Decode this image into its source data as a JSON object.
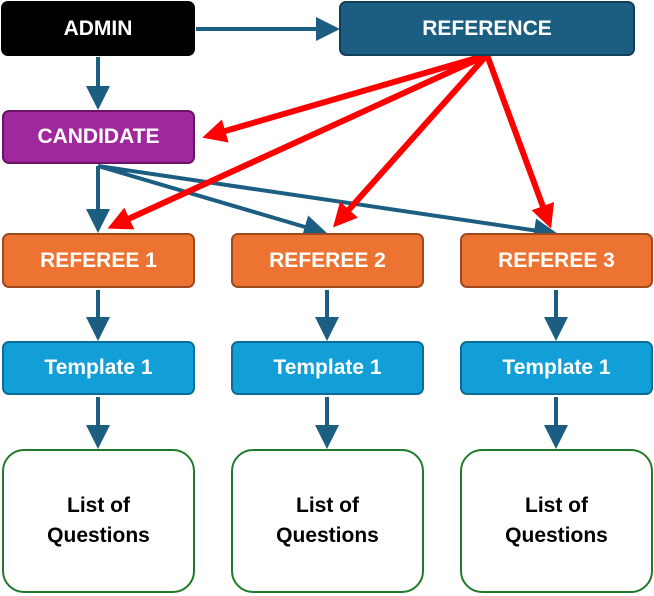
{
  "nodes": {
    "admin": "ADMIN",
    "reference": "REFERENCE",
    "candidate": "CANDIDATE",
    "referees": [
      "REFEREE 1",
      "REFEREE 2",
      "REFEREE 3"
    ],
    "templates": [
      "Template 1",
      "Template 1",
      "Template 1"
    ],
    "questions": [
      "List of Questions",
      "List of Questions",
      "List of Questions"
    ]
  },
  "colors": {
    "flow_arrow": "#1b5e82",
    "reference_arrow": "#ff0000",
    "admin": "#000000",
    "reference": "#1b5e82",
    "candidate": "#a0289d",
    "referee": "#ec7332",
    "template": "#129fd8",
    "questions_border": "#217a2a"
  }
}
